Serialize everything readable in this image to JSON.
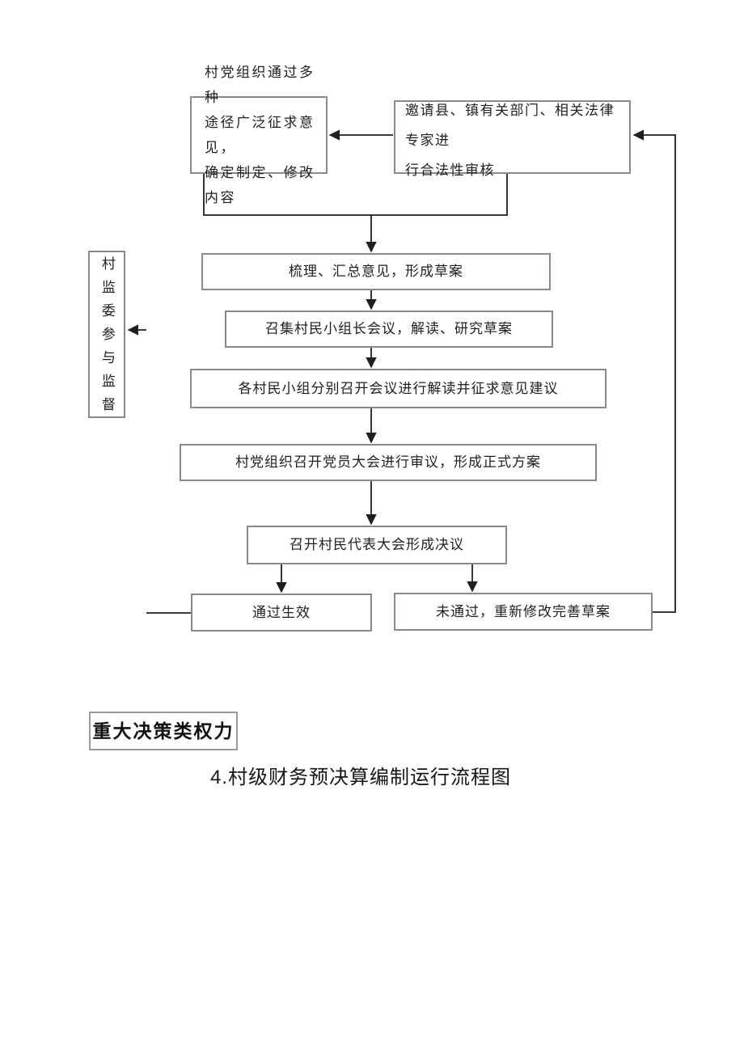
{
  "page": {
    "background": "#ffffff",
    "caption": "4.村级财务预决算编制运行流程图"
  },
  "flowchart": {
    "colors": {
      "box_border": "#8a8a8a",
      "connector_line": "#1f1f1f",
      "text": "#1f1f1f"
    },
    "boxes": {
      "party_solicit": {
        "lines": [
          "村党组织通过多种",
          "途径广泛征求意见，",
          "确定制定、修改内容"
        ]
      },
      "legality_review": {
        "lines": [
          "邀请县、镇有关部门、相关法律专家进",
          "行合法性审核"
        ]
      },
      "supervision": {
        "text": "村监委参与监督"
      },
      "draft": {
        "text": "梳理、汇总意见，形成草案"
      },
      "group_leader_meeting": {
        "text": "召集村民小组长会议，解读、研究草案"
      },
      "group_meetings": {
        "text": "各村民小组分别召开会议进行解读并征求意见建议"
      },
      "party_congress": {
        "text": "村党组织召开党员大会进行审议，形成正式方案"
      },
      "villager_congress": {
        "text": "召开村民代表大会形成决议"
      },
      "pass": {
        "text": "通过生效"
      },
      "fail": {
        "text": "未通过，重新修改完善草案"
      },
      "category_label": {
        "text": "重大决策类权力"
      }
    }
  }
}
